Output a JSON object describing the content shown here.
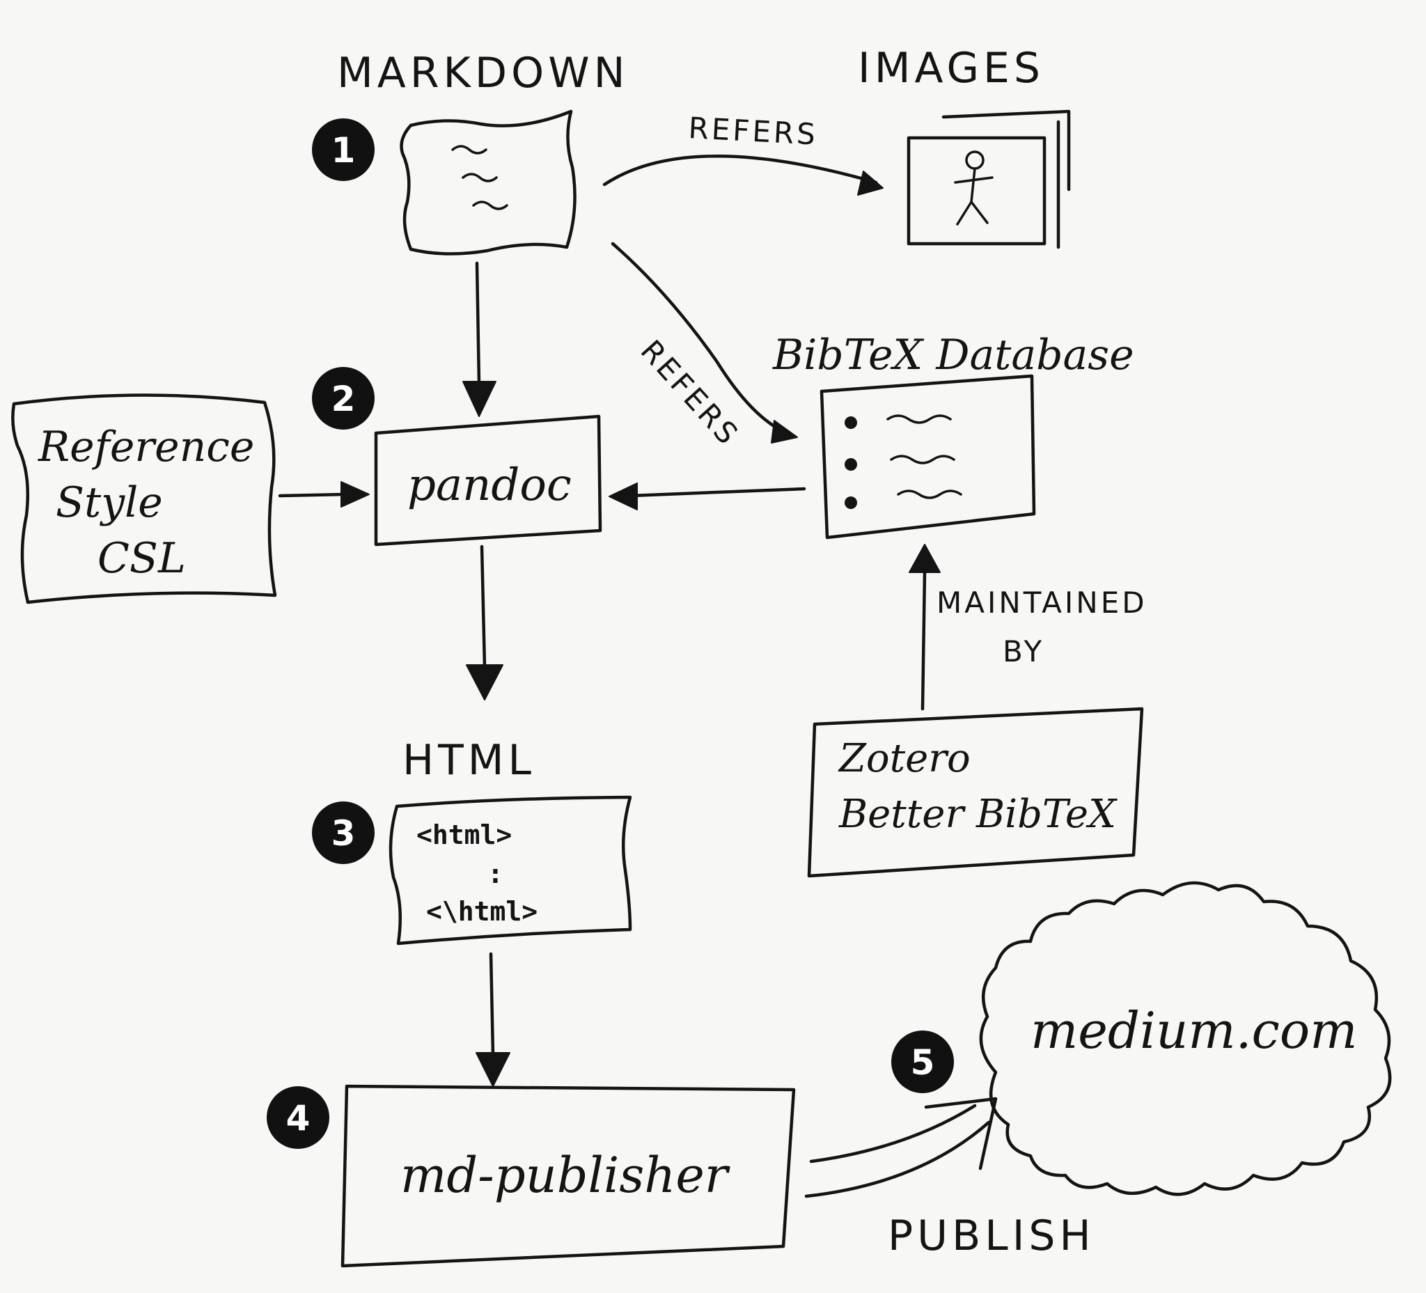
{
  "labels": {
    "markdown": "MARKDOWN",
    "images": "IMAGES",
    "bibtex_database": "BibTeX Database",
    "html": "HTML",
    "publish": "PUBLISH",
    "refers_1": "REFERS",
    "refers_2": "REFERS",
    "maintained_by_1": "MAINTAINED",
    "maintained_by_2": "BY"
  },
  "nodes": {
    "csl": {
      "line1": "Reference",
      "line2": "Style",
      "line3": "CSL"
    },
    "pandoc": {
      "label": "pandoc"
    },
    "html_doc": {
      "line1": "<html>",
      "line2": ":",
      "line3": "<\\html>"
    },
    "md_publisher": {
      "label": "md-publisher"
    },
    "zotero": {
      "line1": "Zotero",
      "line2": "Better BibTeX"
    },
    "medium": {
      "label": "medium.com"
    }
  },
  "badges": {
    "b1": "1",
    "b2": "2",
    "b3": "3",
    "b4": "4",
    "b5": "5"
  },
  "colors": {
    "ink": "#141414",
    "paper": "#f7f7f5"
  }
}
